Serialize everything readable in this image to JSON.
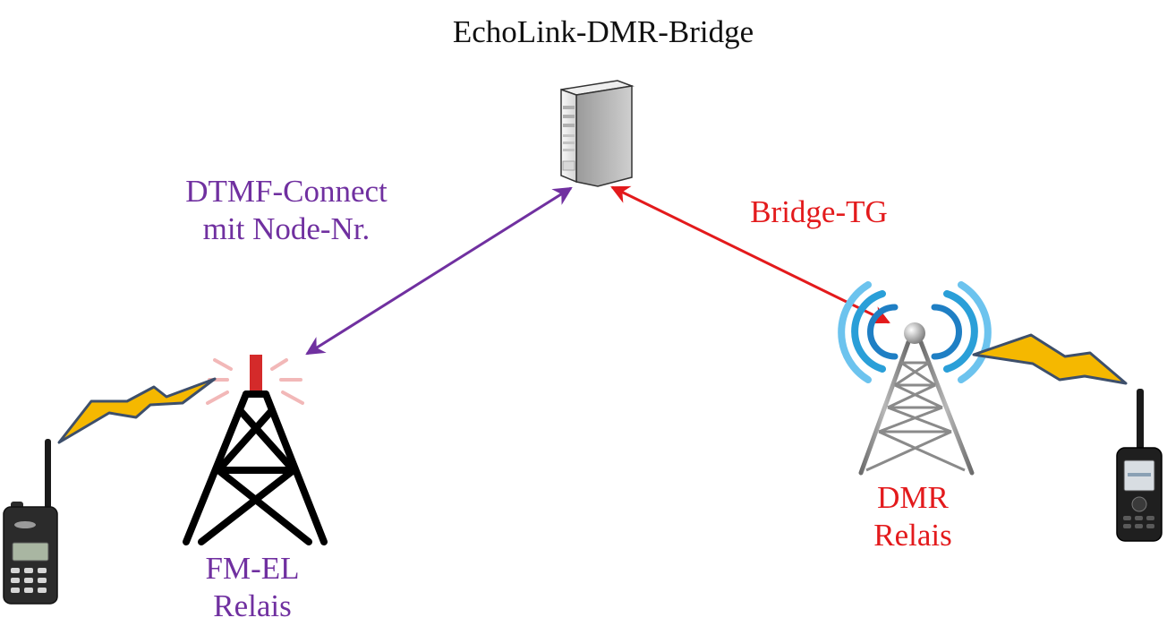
{
  "title": "EchoLink-DMR-Bridge",
  "links": {
    "left": {
      "line1": "DTMF-Connect",
      "line2": "mit Node-Nr."
    },
    "right": {
      "text": "Bridge-TG"
    }
  },
  "nodes": {
    "fm_repeater": {
      "line1": "FM-EL",
      "line2": "Relais"
    },
    "dmr_repeater": {
      "line1": "DMR",
      "line2": "Relais"
    }
  },
  "colors": {
    "fm": "#7030a0",
    "dmr": "#e31a1c",
    "title": "#111111",
    "lightning": "#f5b800",
    "waves": "#2a9fd8"
  },
  "icons": [
    "server-icon",
    "fm-tower-icon",
    "dmr-tower-icon",
    "analog-radio-icon",
    "dmr-radio-icon",
    "lightning-icon"
  ]
}
